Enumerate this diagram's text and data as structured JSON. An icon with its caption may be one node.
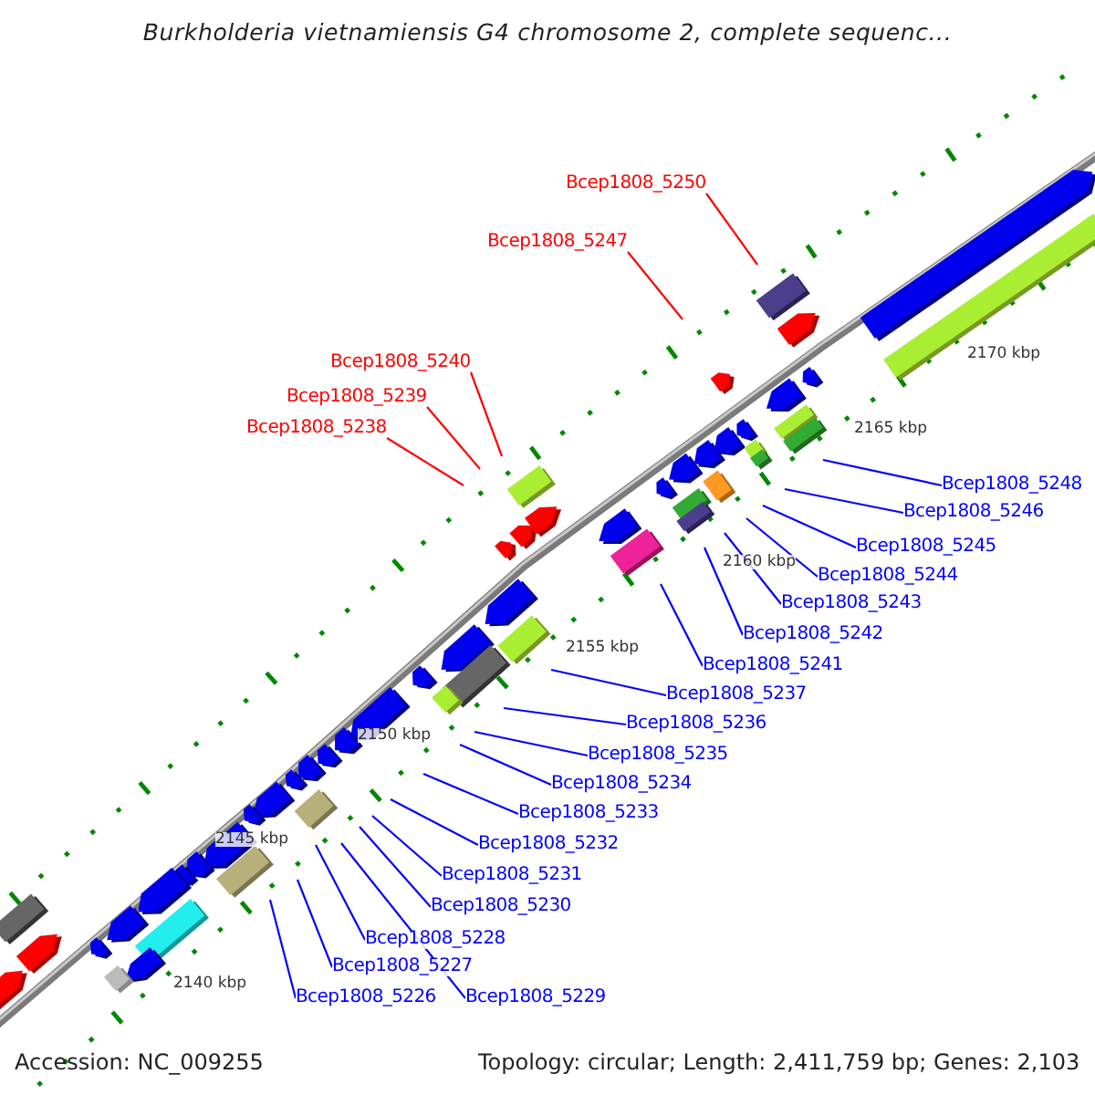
{
  "diagram": {
    "title": "Burkholderia vietnamiensis G4 chromosome 2, complete sequenc...",
    "nodes": [
      {
        "text": [
          "Bcep1808_5250"
        ]
      },
      {
        "text": [
          "Bcep1808_5247"
        ]
      },
      {
        "text": [
          "Bcep1808_5240"
        ]
      },
      {
        "text": [
          "Bcep1808_5239"
        ]
      },
      {
        "text": [
          "Bcep1808_5238"
        ]
      },
      {
        "text": [
          "Bcep1808_5248"
        ]
      },
      {
        "text": [
          "Bcep1808_5246"
        ]
      },
      {
        "text": [
          "Bcep1808_5245"
        ]
      },
      {
        "text": [
          "Bcep1808_5244"
        ]
      },
      {
        "text": [
          "Bcep1808_5243"
        ]
      },
      {
        "text": [
          "Bcep1808_5242"
        ]
      },
      {
        "text": [
          "Bcep1808_5241"
        ]
      },
      {
        "text": [
          "Bcep1808_5237"
        ]
      },
      {
        "text": [
          "Bcep1808_5236"
        ]
      },
      {
        "text": [
          "Bcep1808_5235"
        ]
      },
      {
        "text": [
          "Bcep1808_5234"
        ]
      },
      {
        "text": [
          "Bcep1808_5233"
        ]
      },
      {
        "text": [
          "Bcep1808_5232"
        ]
      },
      {
        "text": [
          "Bcep1808_5231"
        ]
      },
      {
        "text": [
          "Bcep1808_5230"
        ]
      },
      {
        "text": [
          "Bcep1808_5228"
        ]
      },
      {
        "text": [
          "Bcep1808_5227"
        ]
      },
      {
        "text": [
          "Bcep1808_5226"
        ]
      },
      {
        "text": [
          "Bcep1808_5229"
        ]
      }
    ],
    "edges": [
      {
        "from": 0,
        "to": null,
        "arrow": "none",
        "color": "#ff0000"
      },
      {
        "from": 1,
        "to": null,
        "arrow": "none",
        "color": "#ff0000"
      },
      {
        "from": 2,
        "to": null,
        "arrow": "none",
        "color": "#ff0000"
      },
      {
        "from": 3,
        "to": null,
        "arrow": "none",
        "color": "#ff0000"
      },
      {
        "from": 4,
        "to": null,
        "arrow": "none",
        "color": "#ff0000"
      },
      {
        "from": 5,
        "to": null,
        "arrow": "none"
      },
      {
        "from": 6,
        "to": null,
        "arrow": "none"
      },
      {
        "from": 7,
        "to": null,
        "arrow": "none"
      },
      {
        "from": 8,
        "to": null,
        "arrow": "none"
      },
      {
        "from": 9,
        "to": null,
        "arrow": "none"
      },
      {
        "from": 10,
        "to": null,
        "arrow": "none"
      },
      {
        "from": 11,
        "to": null,
        "arrow": "none"
      },
      {
        "from": 12,
        "to": null,
        "arrow": "none"
      },
      {
        "from": 13,
        "to": null,
        "arrow": "none"
      },
      {
        "from": 14,
        "to": null,
        "arrow": "none"
      },
      {
        "from": 15,
        "to": null,
        "arrow": "none"
      },
      {
        "from": 16,
        "to": null,
        "arrow": "none"
      },
      {
        "from": 17,
        "to": null,
        "arrow": "none"
      },
      {
        "from": 18,
        "to": null,
        "arrow": "none"
      },
      {
        "from": 19,
        "to": null,
        "arrow": "none"
      },
      {
        "from": 20,
        "to": null,
        "arrow": "none"
      },
      {
        "from": 21,
        "to": null,
        "arrow": "none"
      },
      {
        "from": 22,
        "to": null,
        "arrow": "none"
      },
      {
        "from": 23,
        "to": null,
        "arrow": "none"
      }
    ],
    "labels": [
      "2170 kbp",
      "2165 kbp",
      "2160 kbp",
      "2155 kbp",
      "2150 kbp",
      "2145 kbp",
      "2140 kbp",
      "Accession: NC_009255",
      "Topology: circular; Length: 2,411,759 bp; Genes: 2,103"
    ]
  }
}
